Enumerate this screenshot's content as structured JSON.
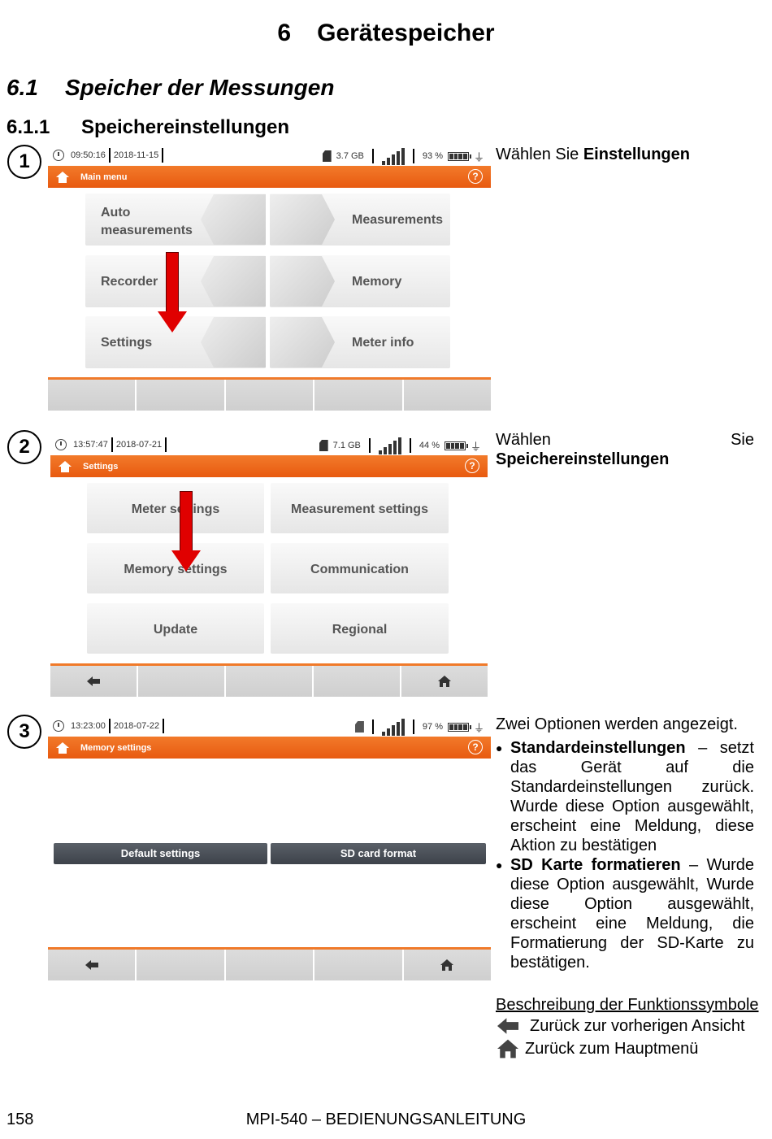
{
  "chapter": {
    "number": "6",
    "title": "Gerätespeicher"
  },
  "section": {
    "number": "6.1",
    "title": "Speicher der Messungen"
  },
  "subsection": {
    "number": "6.1.1",
    "title": "Speichereinstellungen"
  },
  "steps": [
    {
      "number": "1",
      "status": {
        "time": "09:50:16",
        "date": "2018-11-15",
        "storage": "3.7 GB",
        "battery": "93 %"
      },
      "title": "Main menu",
      "tiles": [
        "Auto\nmeasurements",
        "Measurements",
        "Recorder",
        "Memory",
        "Settings",
        "Meter info"
      ],
      "instruction_pre": "Wählen Sie ",
      "instruction_bold": "Einstellungen"
    },
    {
      "number": "2",
      "status": {
        "time": "13:57:47",
        "date": "2018-07-21",
        "storage": "7.1 GB",
        "battery": "44 %"
      },
      "title": "Settings",
      "tiles": [
        "Meter settings",
        "Measurement settings",
        "Memory settings",
        "Communication",
        "Update",
        "Regional"
      ],
      "instruction_pre": "Wählen Sie ",
      "instruction_bold": "Speichereinstellungen"
    },
    {
      "number": "3",
      "status": {
        "time": "13:23:00",
        "date": "2018-07-22",
        "battery": "97 %"
      },
      "title": "Memory settings",
      "buttons": [
        "Default settings",
        "SD card format"
      ],
      "intro": "Zwei Optionen werden angezeigt.",
      "bullets": [
        {
          "bold": "Standardeinstellungen",
          "text": " – setzt das Gerät auf die Standardeinstellungen zurück. Wurde diese Option ausgewählt, erscheint eine Meldung, diese Aktion zu bestätigen"
        },
        {
          "bold": "SD Karte formatieren",
          "text": " – Wurde diese Option ausgewählt, Wurde diese Option ausgewählt, erscheint eine Meldung, die Formatierung der SD-Karte zu bestätigen."
        }
      ]
    }
  ],
  "legend": {
    "heading": "Beschreibung der Funktionssymbole",
    "items": [
      {
        "icon": "back-arrow-icon",
        "text": "Zurück zur vorherigen Ansicht"
      },
      {
        "icon": "home-icon",
        "text": "Zurück zum Hauptmenü"
      }
    ]
  },
  "footer": {
    "page": "158",
    "title": "MPI-540 – BEDIENUNGSANLEITUNG"
  },
  "colors": {
    "accent": "#ef6a1e",
    "arrow": "#e00000"
  }
}
